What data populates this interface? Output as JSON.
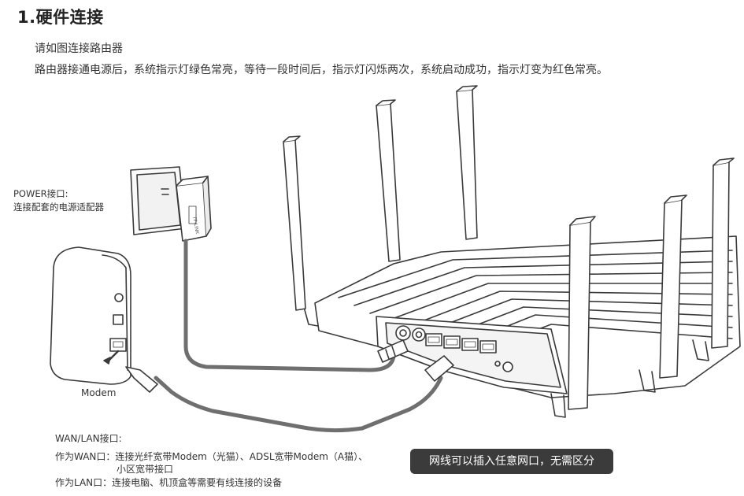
{
  "header": {
    "title": "1.硬件连接",
    "subtitle": "请如图连接路由器",
    "description": "路由器接通电源后，系统指示灯绿色常亮，等待一段时间后，指示灯闪烁两次，系统启动成功，指示灯变为红色常亮。"
  },
  "power": {
    "label": "POWER接口:",
    "detail": "连接配套的电源适配器"
  },
  "adapter": {
    "brand": "TP-LINK"
  },
  "modem": {
    "label": "Modem"
  },
  "wanlan": {
    "heading": "WAN/LAN接口:",
    "wan_line": "作为WAN口：连接光纤宽带Modem（光猫）、ADSL宽带Modem（A猫）、",
    "wan_line_cont": "小区宽带接口",
    "lan_line": "作为LAN口：连接电脑、机顶盒等需要有线连接的设备"
  },
  "note": {
    "text": "网线可以插入任意网口，无需区分"
  },
  "colors": {
    "line_art": "#3a3a3a",
    "cable": "#6f6f6f",
    "badge_bg": "#3b3b3b",
    "badge_text": "#ffffff"
  }
}
